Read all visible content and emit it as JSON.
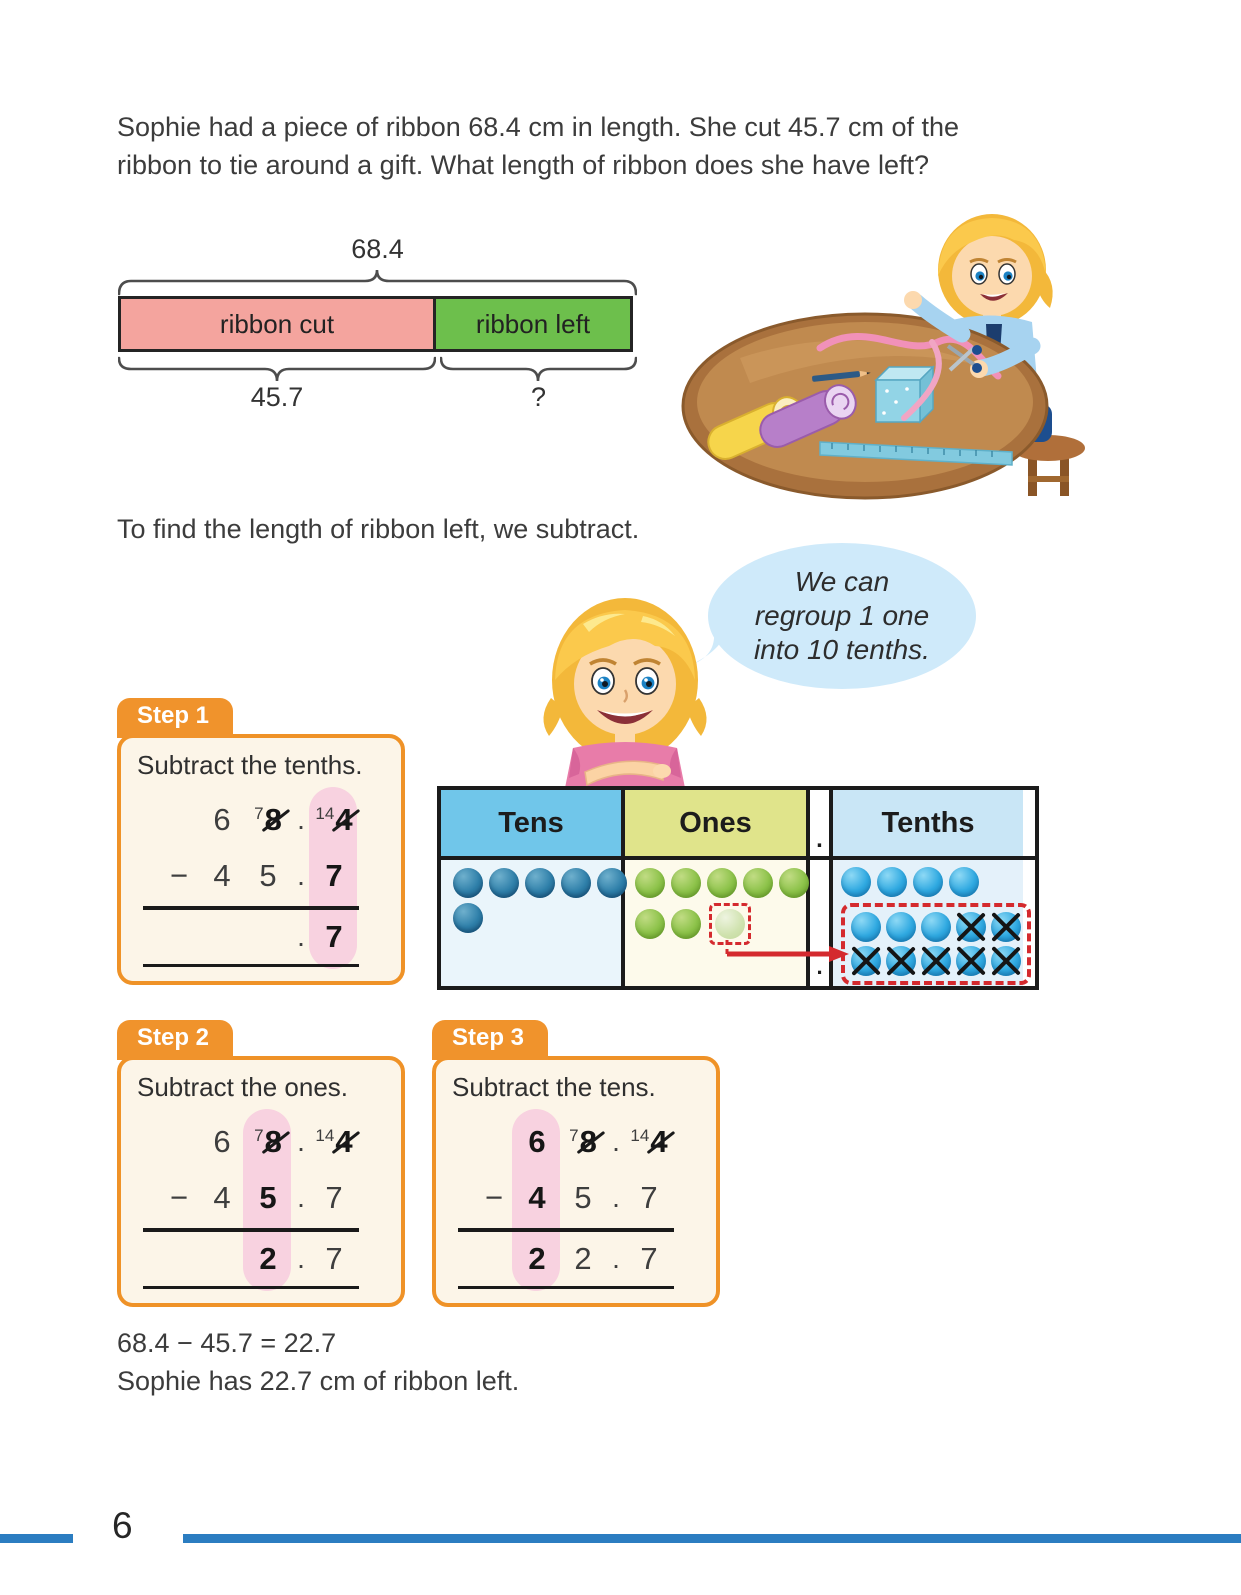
{
  "problem": {
    "line1": "Sophie had a piece of ribbon 68.4 cm in length. She cut 45.7 cm of the",
    "line2": "ribbon to tie around a gift. What length of ribbon does she have left?"
  },
  "bar_model": {
    "total": "68.4",
    "segments": [
      {
        "label": "ribbon cut",
        "value": "45.7",
        "color": "#f4a49e"
      },
      {
        "label": "ribbon left",
        "value": "?",
        "color": "#6dbf4c"
      }
    ]
  },
  "intro": "To find the length of ribbon left, we subtract.",
  "speech_bubble": {
    "line1": "We can",
    "line2": "regroup 1 one",
    "line3": "into 10 tenths."
  },
  "steps": [
    {
      "tab": "Step 1",
      "instruction": "Subtract the tenths."
    },
    {
      "tab": "Step 2",
      "instruction": "Subtract the ones."
    },
    {
      "tab": "Step 3",
      "instruction": "Subtract the tens."
    }
  ],
  "sum": {
    "minus": "−",
    "point": ".",
    "row1": {
      "tens": "6",
      "ones_regroup": "7",
      "ones": "8",
      "tenths_regroup": "14",
      "tenths": "4"
    },
    "row2": {
      "tens": "4",
      "ones": "5",
      "tenths": "7"
    },
    "results": {
      "step1": {
        "tenths": "7"
      },
      "step2": {
        "ones": "2",
        "tenths": "7"
      },
      "step3": {
        "tens": "2",
        "ones": "2",
        "tenths": "7"
      }
    }
  },
  "chart": {
    "headers": {
      "tens": "Tens",
      "ones": "Ones",
      "point": ".",
      "tenths": "Tenths"
    },
    "counters": {
      "tens": 6,
      "ones_plain": 7,
      "ones_regrouped": 1,
      "tenths_plain": 4,
      "tenths_group": 10,
      "tenths_crossed_from": 3
    },
    "colors": {
      "tens_header": "#70c6ea",
      "ones_header": "#e0e48b",
      "tenths_header": "#c9e6f6",
      "regroup_red": "#d42a2e"
    }
  },
  "result": {
    "equation": "68.4 − 45.7 = 22.7",
    "sentence": "Sophie has 22.7 cm of ribbon left."
  },
  "footer": {
    "page_number": "6"
  }
}
